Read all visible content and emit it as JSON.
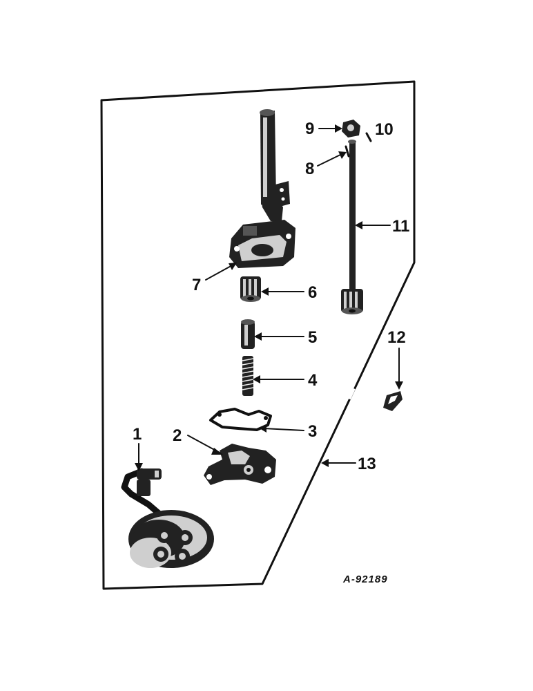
{
  "figure_code": "A-92189",
  "callouts": {
    "c1": "1",
    "c2": "2",
    "c3": "3",
    "c4": "4",
    "c5": "5",
    "c6": "6",
    "c7": "7",
    "c8": "8",
    "c9": "9",
    "c10": "10",
    "c11": "11",
    "c12": "12",
    "c13": "13"
  },
  "ink_color": "#111111",
  "paper_color": "#ffffff"
}
